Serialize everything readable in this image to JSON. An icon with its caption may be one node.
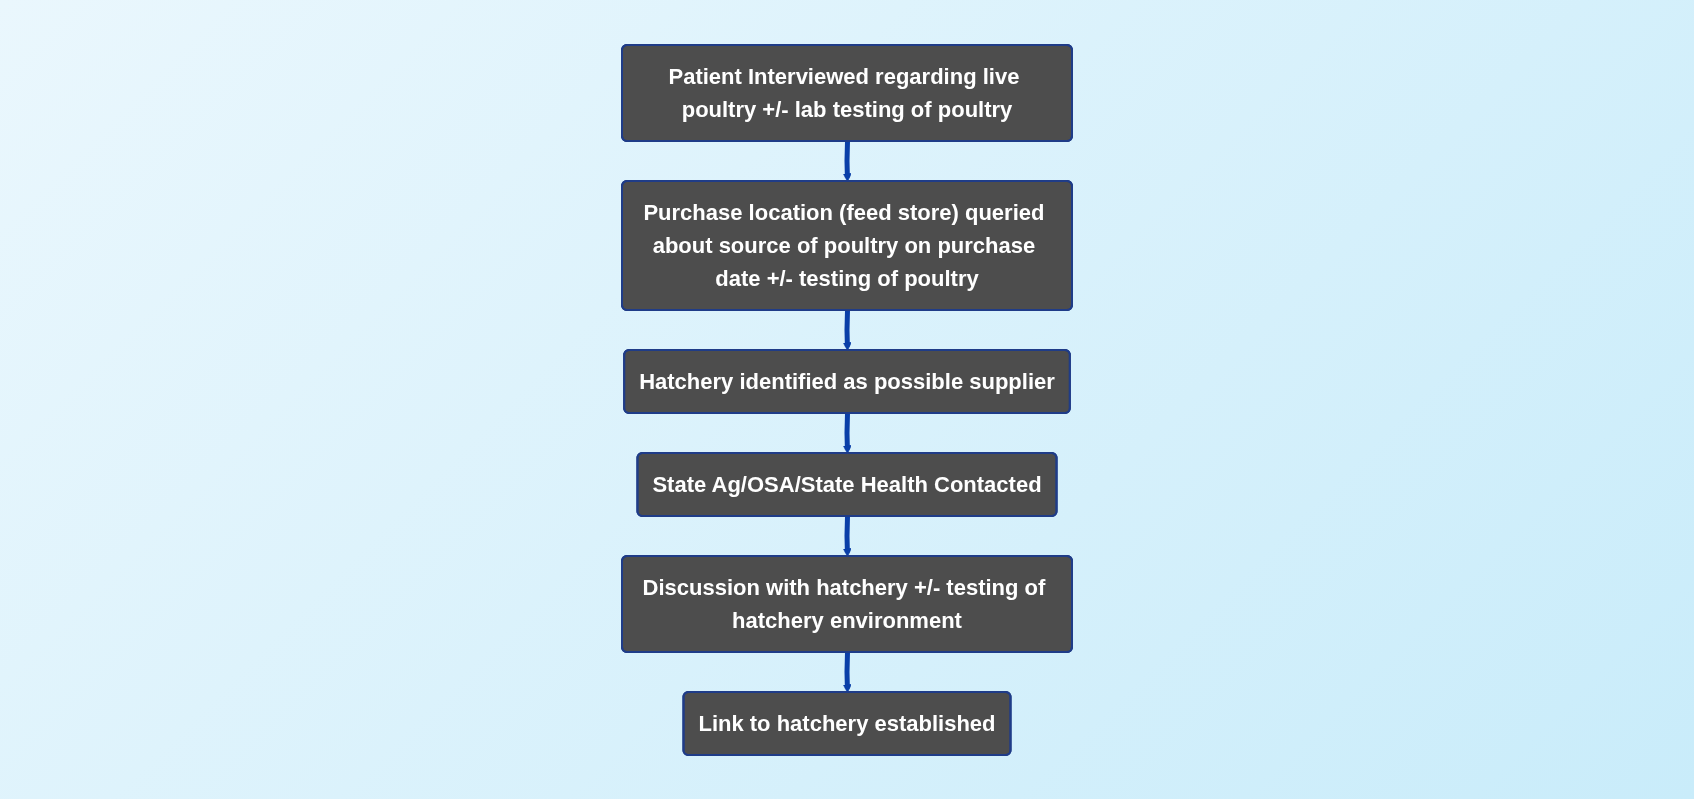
{
  "diagram": {
    "nodes": [
      {
        "text": [
          "Patient Interviewed regarding live poultry +/- lab testing of poultry"
        ]
      },
      {
        "text": [
          "Purchase location (feed store) queried about source of poultry on purchase date +/- testing of poultry"
        ]
      },
      {
        "text": [
          "Hatchery identified as possible supplier"
        ]
      },
      {
        "text": [
          "State Ag/OSA/State Health Contacted"
        ]
      },
      {
        "text": [
          "Discussion with hatchery +/- testing of hatchery environment"
        ]
      },
      {
        "text": [
          "Link to hatchery established"
        ]
      }
    ],
    "edges": [
      {
        "from": 0,
        "to": 1,
        "arrow": "to"
      },
      {
        "from": 1,
        "to": 2,
        "arrow": "to"
      },
      {
        "from": 2,
        "to": 3,
        "arrow": "to"
      },
      {
        "from": 3,
        "to": 4,
        "arrow": "to"
      },
      {
        "from": 4,
        "to": 5,
        "arrow": "to"
      }
    ]
  }
}
